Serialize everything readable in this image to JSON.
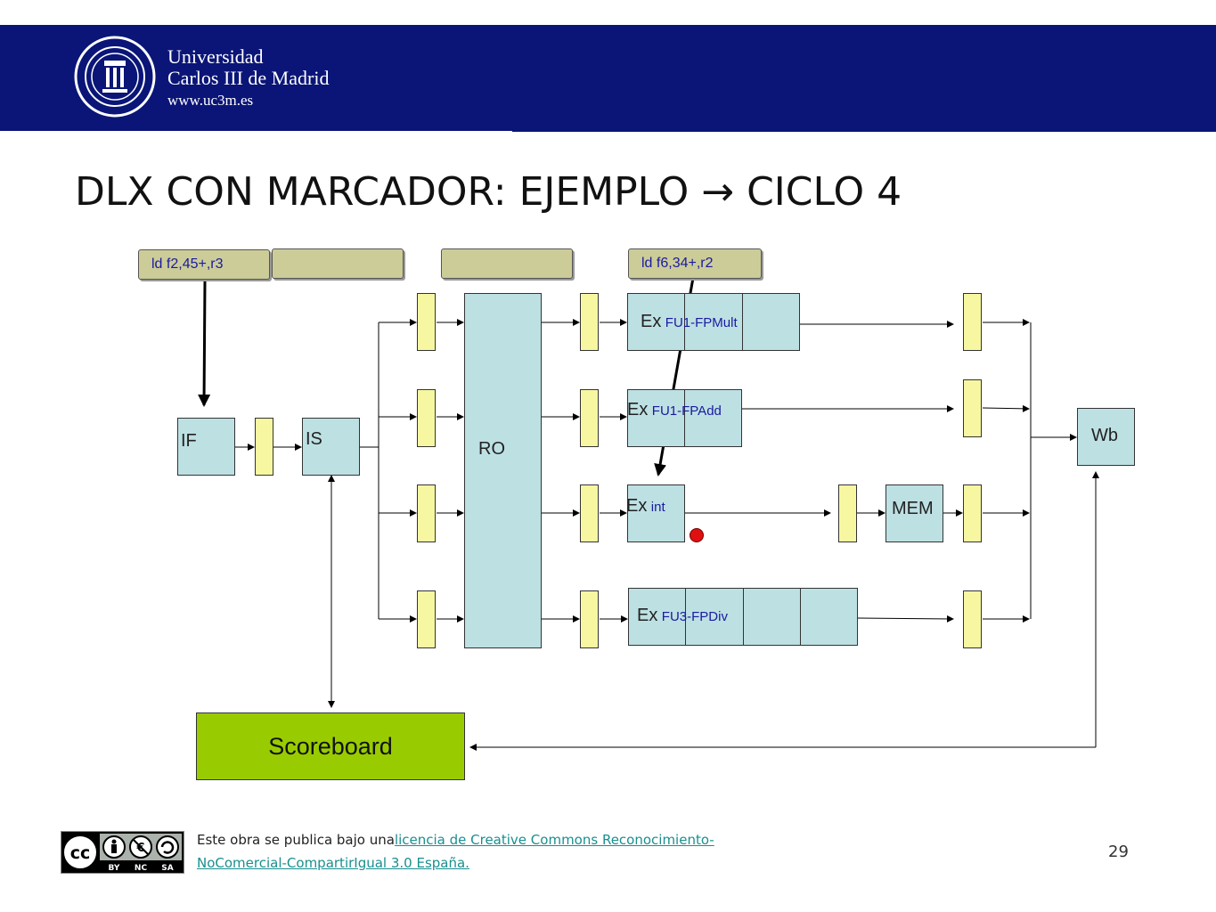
{
  "header": {
    "university_line1": "Universidad",
    "university_line2": "Carlos III de Madrid",
    "website": "www.uc3m.es",
    "brand_color": "#0a1577"
  },
  "slide": {
    "title": "DLX CON MARCADOR: EJEMPLO → CICLO 4",
    "page_number": "29"
  },
  "diagram": {
    "instructions": {
      "if_slot": "ld  f2,45+,r3",
      "is_slot": "",
      "ro_slot": "",
      "ex_slot": "ld  f6,34+,r2"
    },
    "stages": {
      "if": "IF",
      "is": "IS",
      "ro": "RO",
      "mem": "MEM",
      "wb": "Wb",
      "scoreboard": "Scoreboard"
    },
    "functional_units": [
      {
        "ex": "Ex",
        "name": "FU1-FPMult"
      },
      {
        "ex": "Ex",
        "name": "FU1-FPAdd"
      },
      {
        "ex": "Ex",
        "name": "int"
      },
      {
        "ex": "Ex",
        "name": "FU3-FPDiv"
      }
    ],
    "colors": {
      "stage_box": "#bde0e3",
      "latch": "#f7f7a2",
      "instruction": "#cccc99",
      "scoreboard": "#99cc00",
      "marker": "#e01010"
    }
  },
  "footer": {
    "license_prefix": "Este obra se publica bajo una",
    "license_link_line1": "licencia de Creative Commons Reconocimiento-",
    "license_link_line2": "NoComercial-CompartirIgual  3.0 España.",
    "cc_badge_labels": [
      "BY",
      "NC",
      "SA"
    ]
  }
}
